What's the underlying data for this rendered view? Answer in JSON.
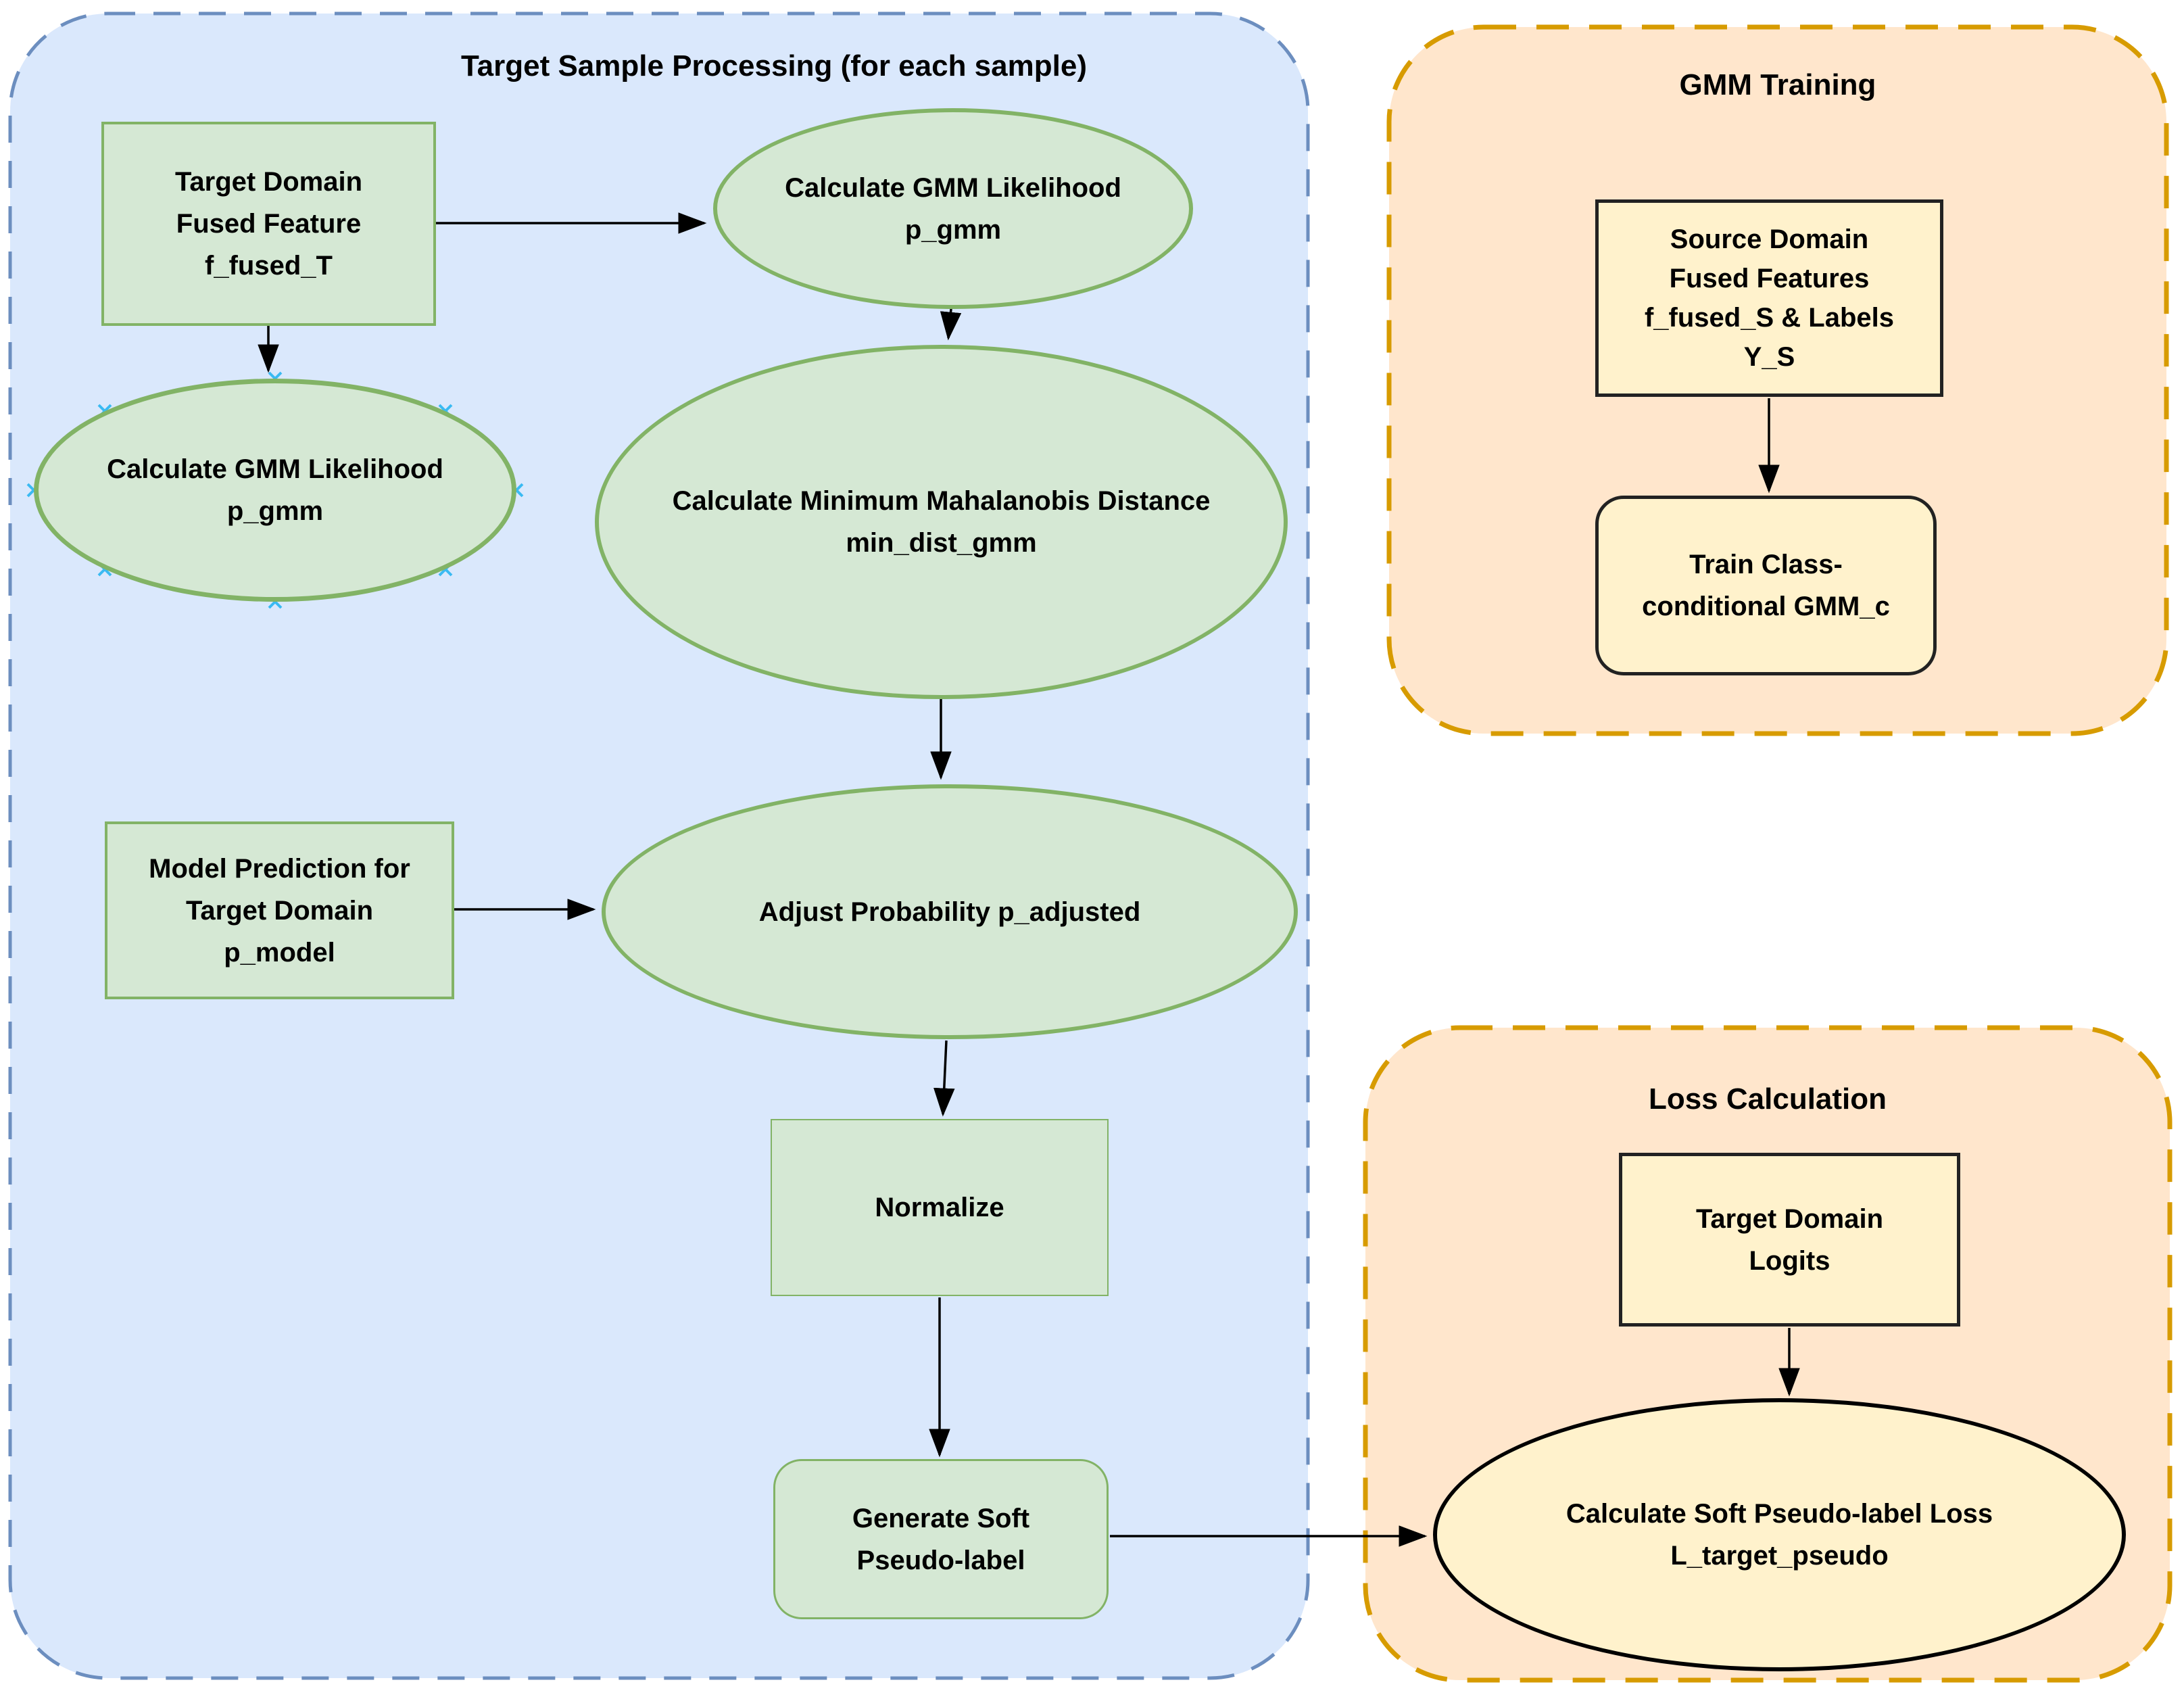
{
  "diagram_type": "flowchart",
  "target_processing": {
    "title": "Target Sample Processing (for each sample)",
    "nodes": {
      "fused_feature": {
        "line1": "Target Domain",
        "line2": "Fused Feature",
        "line3": "f_fused_T"
      },
      "gmm_likelihood_top": {
        "line1": "Calculate GMM Likelihood",
        "line2": "p_gmm"
      },
      "gmm_likelihood_left": {
        "line1": "Calculate GMM Likelihood",
        "line2": "p_gmm"
      },
      "mahalanobis": {
        "line1": "Calculate Minimum Mahalanobis Distance",
        "line2": "min_dist_gmm"
      },
      "model_prediction": {
        "line1": "Model Prediction for",
        "line2": "Target Domain",
        "line3": "p_model"
      },
      "adjust_probability": {
        "line1": "Adjust Probability p_adjusted"
      },
      "normalize": {
        "line1": "Normalize"
      },
      "generate_soft": {
        "line1": "Generate Soft",
        "line2": "Pseudo-label"
      }
    }
  },
  "gmm_training": {
    "title": "GMM Training",
    "nodes": {
      "source_features": {
        "line1": "Source Domain",
        "line2": "Fused Features",
        "line3": "f_fused_S & Labels",
        "line4": "Y_S"
      },
      "train_gmm": {
        "line1": "Train Class-",
        "line2": "conditional GMM_c"
      }
    }
  },
  "loss_calculation": {
    "title": "Loss Calculation",
    "nodes": {
      "target_logits": {
        "line1": "Target Domain",
        "line2": "Logits"
      },
      "pseudo_label_loss": {
        "line1": "Calculate Soft Pseudo-label Loss",
        "line2": "L_target_pseudo"
      }
    }
  },
  "colors": {
    "container_blue_fill": "#dae8fc",
    "container_blue_border": "#6c8ebf",
    "container_orange_fill": "#ffe6cc",
    "container_orange_border": "#d79b00",
    "node_green_fill": "#d5e8d4",
    "node_green_border": "#82b366",
    "node_yellow_fill": "#fff2cc",
    "node_dark_border": "#222222",
    "connector": "#000000",
    "connection_point": "#29b6f2"
  }
}
